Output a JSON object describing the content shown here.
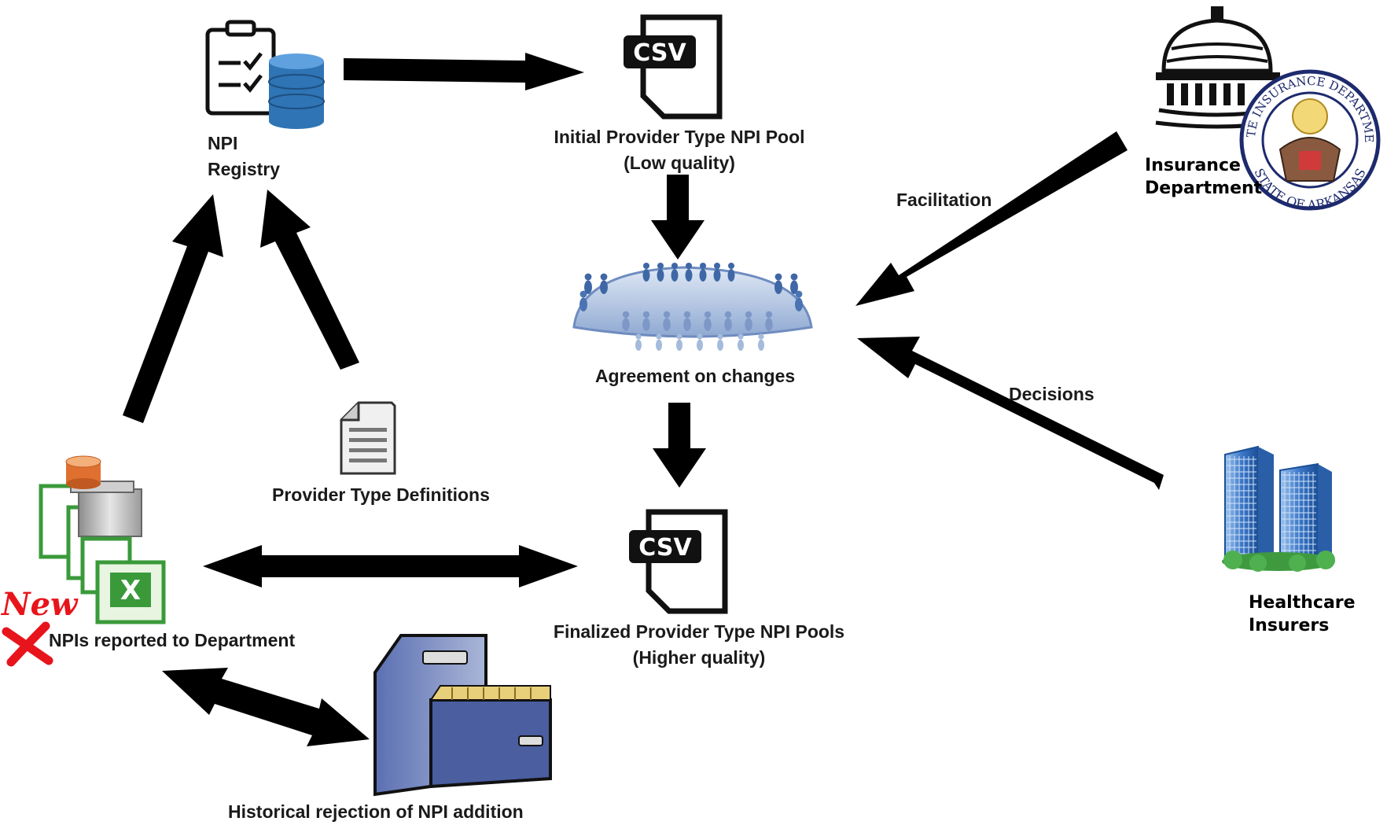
{
  "nodes": {
    "npi_registry": {
      "line1": "NPI",
      "line2": "Registry",
      "icon": "checklist-database-icon"
    },
    "initial_pool": {
      "line1": "Initial Provider Type NPI Pool",
      "line2": "(Low quality)",
      "icon": "csv-file-icon",
      "icon_text": "CSV"
    },
    "agreement": {
      "label": "Agreement on changes",
      "icon": "meeting-crowd-icon"
    },
    "finalized_pool": {
      "line1": "Finalized Provider Type NPI Pools",
      "line2": "(Higher quality)",
      "icon": "csv-file-icon",
      "icon_text": "CSV"
    },
    "provider_defs": {
      "label": "Provider Type Definitions",
      "icon": "document-icon"
    },
    "reported": {
      "label": "NPIs reported to Department",
      "new_tag": "New",
      "icon": "server-spreadsheets-icon"
    },
    "historical": {
      "label": "Historical rejection of NPI addition",
      "icon": "file-cabinet-icon"
    },
    "insurance_dept": {
      "line1": "Insurance",
      "line2": "Department",
      "icon": "capitol-seal-icon"
    },
    "insurers": {
      "line1": "Healthcare",
      "line2": "Insurers",
      "icon": "office-buildings-icon"
    }
  },
  "edges": [
    {
      "from": "npi_registry",
      "to": "initial_pool",
      "label": ""
    },
    {
      "from": "initial_pool",
      "to": "agreement",
      "label": ""
    },
    {
      "from": "agreement",
      "to": "finalized_pool",
      "label": ""
    },
    {
      "from": "insurance_dept",
      "to": "agreement",
      "label": "Facilitation"
    },
    {
      "from": "insurers",
      "to": "agreement",
      "label": "Decisions"
    },
    {
      "from": "reported",
      "to": "npi_registry",
      "label": ""
    },
    {
      "from": "provider_defs",
      "to": "npi_registry",
      "label": ""
    },
    {
      "from": "reported",
      "to": "finalized_pool",
      "label": "",
      "bidirectional": true
    },
    {
      "from": "reported",
      "to": "historical",
      "label": "",
      "bidirectional": true
    }
  ],
  "seal_text": {
    "top": "STATE INSURANCE DEPARTMENT",
    "bottom": "STATE OF ARKANSAS"
  },
  "colors": {
    "arrow": "#000000",
    "db_blue": "#2f74b5",
    "excel_green": "#3a9a3a",
    "new_red": "#e8141b",
    "building_blue": "#3d78c9",
    "crowd_blue": "#5b7fb5"
  }
}
